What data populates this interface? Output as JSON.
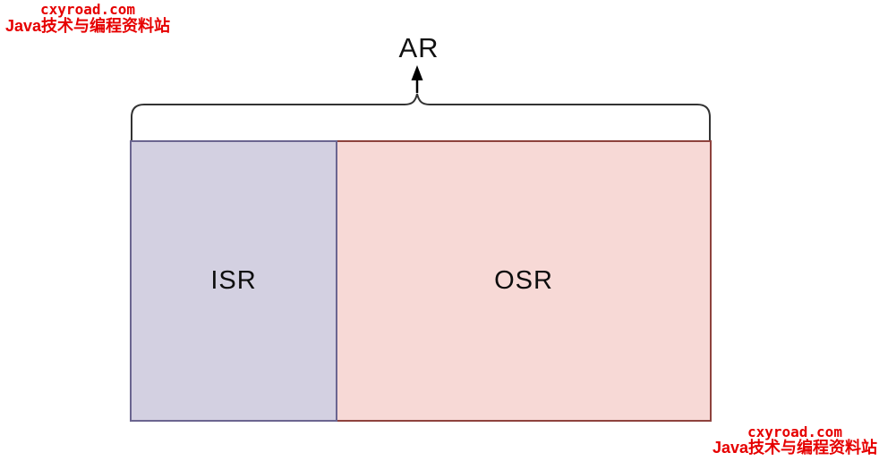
{
  "page": {
    "background": "#ffffff"
  },
  "watermarks": {
    "color": "#e60000",
    "top_left": {
      "site": "cxyroad.com",
      "tagline": "Java技术与编程资料站"
    },
    "bottom_right": {
      "site": "cxyroad.com",
      "tagline": "Java技术与编程资料站"
    }
  },
  "diagram": {
    "title": "AR",
    "brace_color": "#333333",
    "arrow_color": "#000000",
    "regions": [
      {
        "id": "isr",
        "label": "ISR",
        "fill": "#d3d0e1",
        "border_color": "#6b6590"
      },
      {
        "id": "osr",
        "label": "OSR",
        "fill": "#f7d9d6",
        "border_color": "#8e423d"
      }
    ]
  }
}
